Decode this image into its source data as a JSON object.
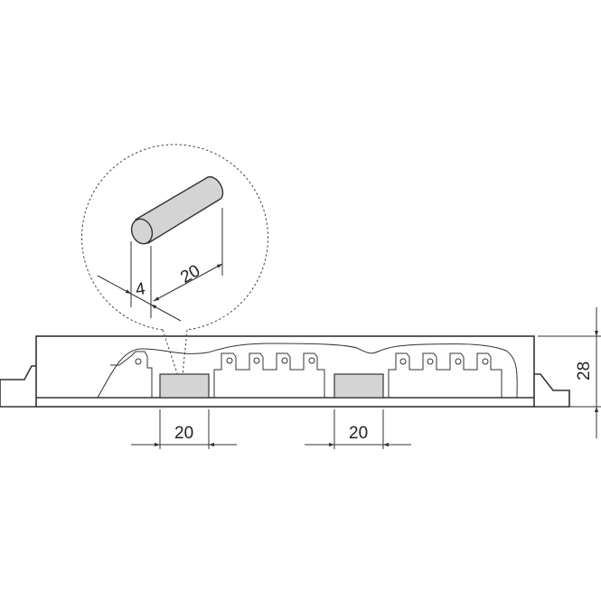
{
  "diagram": {
    "type": "technical-dimension-drawing",
    "colors": {
      "line": "#333333",
      "insert_fill": "#d4d4d4",
      "background": "#ffffff"
    },
    "detail_view": {
      "label": "cylindrical pin detail",
      "diameter_label": "4",
      "length_label": "20"
    },
    "dimensions": {
      "left_insert_width": "20",
      "right_insert_width": "20",
      "height": "28"
    }
  }
}
